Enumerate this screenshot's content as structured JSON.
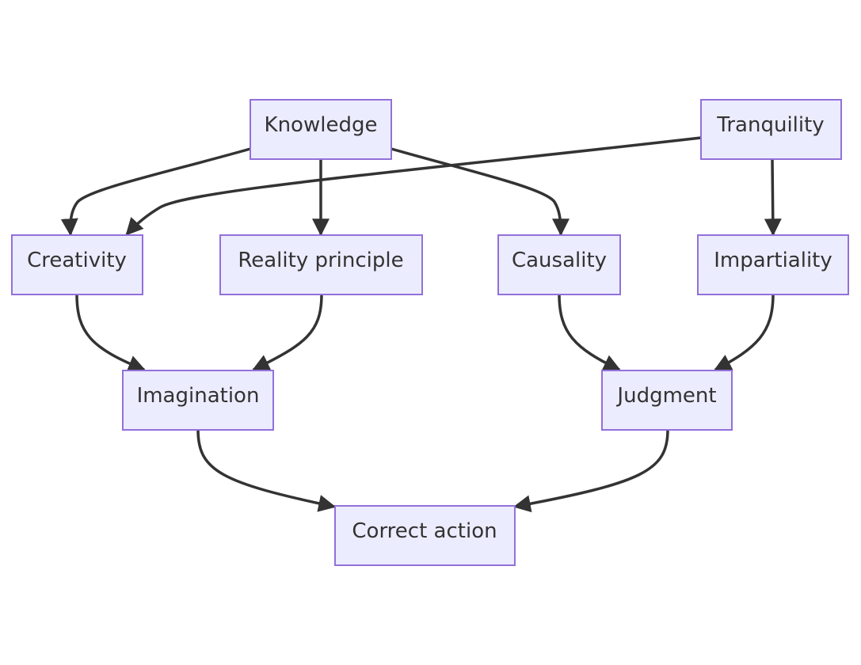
{
  "colors": {
    "node_fill": "#ececff",
    "node_stroke": "#9370db",
    "edge": "#333333",
    "text": "#333333",
    "background": "#ffffff"
  },
  "nodes": {
    "knowledge": "Knowledge",
    "tranquility": "Tranquility",
    "creativity": "Creativity",
    "reality": "Reality principle",
    "causality": "Causality",
    "impartiality": "Impartiality",
    "imagination": "Imagination",
    "judgment": "Judgment",
    "correct_action": "Correct action"
  },
  "edges": [
    {
      "from": "Knowledge",
      "to": "Creativity"
    },
    {
      "from": "Knowledge",
      "to": "Reality principle"
    },
    {
      "from": "Knowledge",
      "to": "Causality"
    },
    {
      "from": "Tranquility",
      "to": "Creativity"
    },
    {
      "from": "Tranquility",
      "to": "Impartiality"
    },
    {
      "from": "Creativity",
      "to": "Imagination"
    },
    {
      "from": "Reality principle",
      "to": "Imagination"
    },
    {
      "from": "Causality",
      "to": "Judgment"
    },
    {
      "from": "Impartiality",
      "to": "Judgment"
    },
    {
      "from": "Imagination",
      "to": "Correct action"
    },
    {
      "from": "Judgment",
      "to": "Correct action"
    }
  ]
}
